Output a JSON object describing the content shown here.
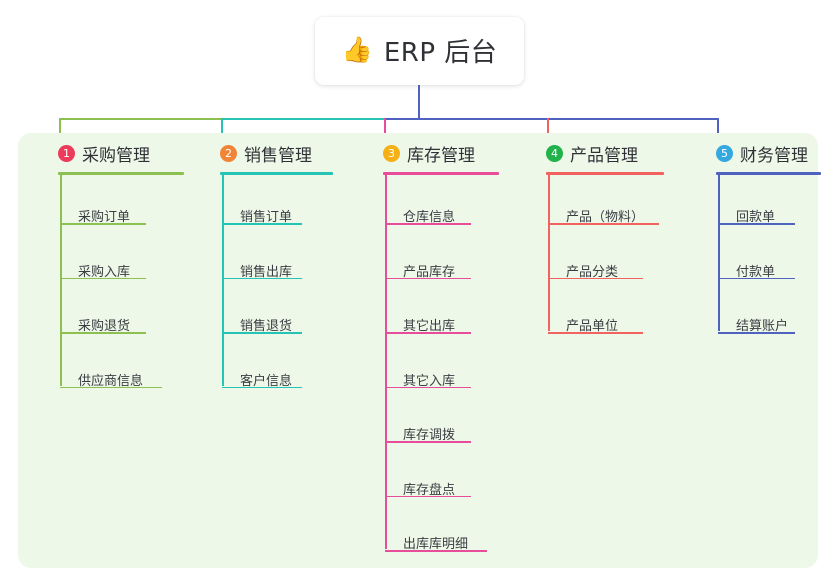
{
  "root": {
    "icon": "thumbs-up-emoji",
    "emoji": "👍",
    "title": "ERP 后台"
  },
  "palette": {
    "page_background": "#ffffff",
    "panel_background": "#eef8e9",
    "card_background": "#ffffff",
    "text": "#2f3136",
    "leaf_text": "#3a3d42"
  },
  "columns": [
    {
      "index": "1",
      "badge_color": "#ec3b5b",
      "line_color": "#8cc152",
      "title": "采购管理",
      "items": [
        "采购订单",
        "采购入库",
        "采购退货",
        "供应商信息"
      ]
    },
    {
      "index": "2",
      "badge_color": "#f08437",
      "line_color": "#25c4b4",
      "title": "销售管理",
      "items": [
        "销售订单",
        "销售出库",
        "销售退货",
        "客户信息"
      ]
    },
    {
      "index": "3",
      "badge_color": "#f5b015",
      "line_color": "#e84d9b",
      "title": "库存管理",
      "items": [
        "仓库信息",
        "产品库存",
        "其它出库",
        "其它入库",
        "库存调拨",
        "库存盘点",
        "出库库明细"
      ]
    },
    {
      "index": "4",
      "badge_color": "#21b24b",
      "line_color": "#f2635f",
      "title": "产品管理",
      "items": [
        "产品（物料）",
        "产品分类",
        "产品单位"
      ]
    },
    {
      "index": "5",
      "badge_color": "#35a8e0",
      "line_color": "#4f62c0",
      "title": "财务管理",
      "items": [
        "回款单",
        "付款单",
        "结算账户"
      ]
    }
  ]
}
